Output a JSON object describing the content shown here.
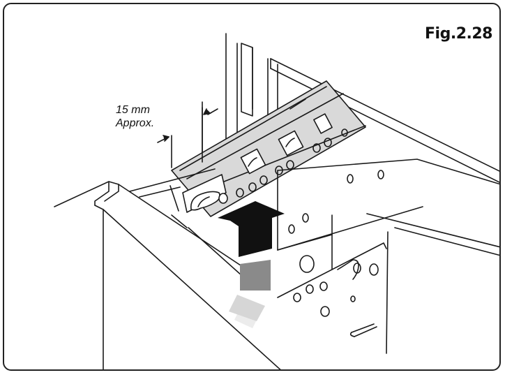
{
  "figure": {
    "label": "Fig.2.28",
    "dimension_value": "15 mm",
    "dimension_note": "Approx."
  },
  "colors": {
    "line": "#1a1a1a",
    "rail_fill": "#d9d9d9",
    "arrow_dark": "#111111",
    "arrow_mid": "#8a8a8a",
    "arrow_light": "#d6d6d6",
    "arrow_faint": "#ececec"
  }
}
